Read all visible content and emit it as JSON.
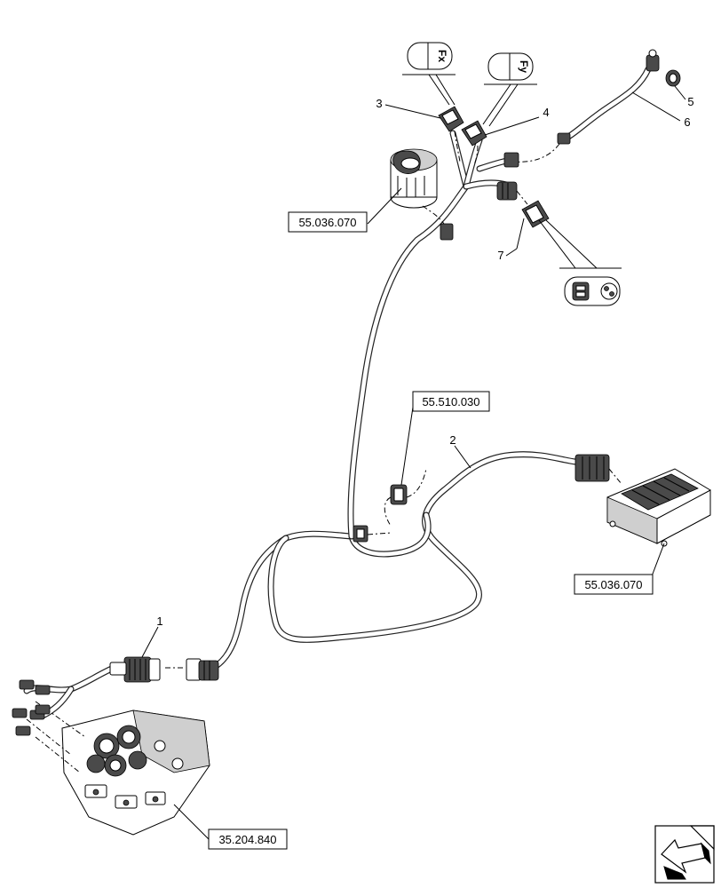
{
  "diagram": {
    "reference_labels": {
      "joystick": "55.036.070",
      "connector_mid": "55.510.030",
      "control_unit": "55.036.070",
      "valve": "35.204.840"
    },
    "callouts": {
      "item_1": "1",
      "item_2": "2",
      "item_3": "3",
      "item_4": "4",
      "item_5": "5",
      "item_6": "6",
      "item_7": "7"
    },
    "switch_icons": {
      "fx": "Fx",
      "fy": "Fy"
    },
    "icons": {
      "nav": "page-turn-arrow-icon"
    }
  }
}
